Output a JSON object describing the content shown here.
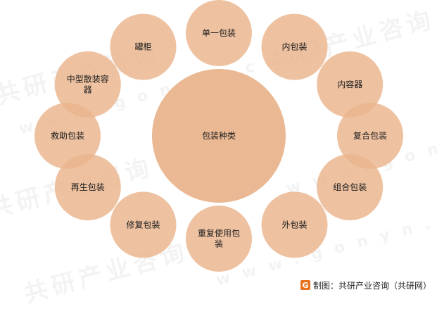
{
  "center": {
    "label": "包装种类"
  },
  "items": [
    {
      "label": "单一包装"
    },
    {
      "label": "内包装"
    },
    {
      "label": "内容器"
    },
    {
      "label": "复合包装"
    },
    {
      "label": "组合包装"
    },
    {
      "label": "外包装"
    },
    {
      "label": "重复使用包装"
    },
    {
      "label": "修复包装"
    },
    {
      "label": "再生包装"
    },
    {
      "label": "救助包装"
    },
    {
      "label": "中型散装容器"
    },
    {
      "label": "罐柜"
    }
  ],
  "watermark": {
    "text": "共研产业咨询",
    "sub": "www.gonyn.com"
  },
  "footer": {
    "logo": "G",
    "text": "制图：共研产业咨询（共研网）"
  },
  "colors": {
    "outer_fill": "#eab48c",
    "outer_fill_opacity": "0.82",
    "center_fill": "#eab994",
    "text": "#1a1a1a"
  }
}
